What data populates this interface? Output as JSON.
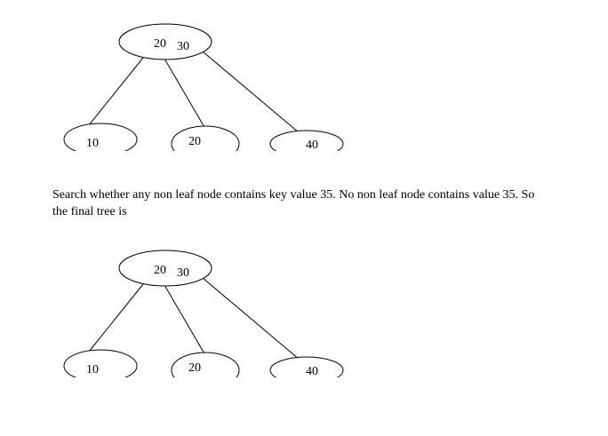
{
  "diagrams": [
    {
      "root": {
        "keys": [
          "20",
          "30"
        ]
      },
      "children": [
        {
          "key": "10"
        },
        {
          "key": "20"
        },
        {
          "key": "40"
        }
      ]
    },
    {
      "root": {
        "keys": [
          "20",
          "30"
        ]
      },
      "children": [
        {
          "key": "10"
        },
        {
          "key": "20"
        },
        {
          "key": "40"
        }
      ]
    }
  ],
  "caption": {
    "line1": "Search whether any non leaf node contains key value 35. No non leaf node contains value 35.  So",
    "line2": "the final tree is"
  }
}
